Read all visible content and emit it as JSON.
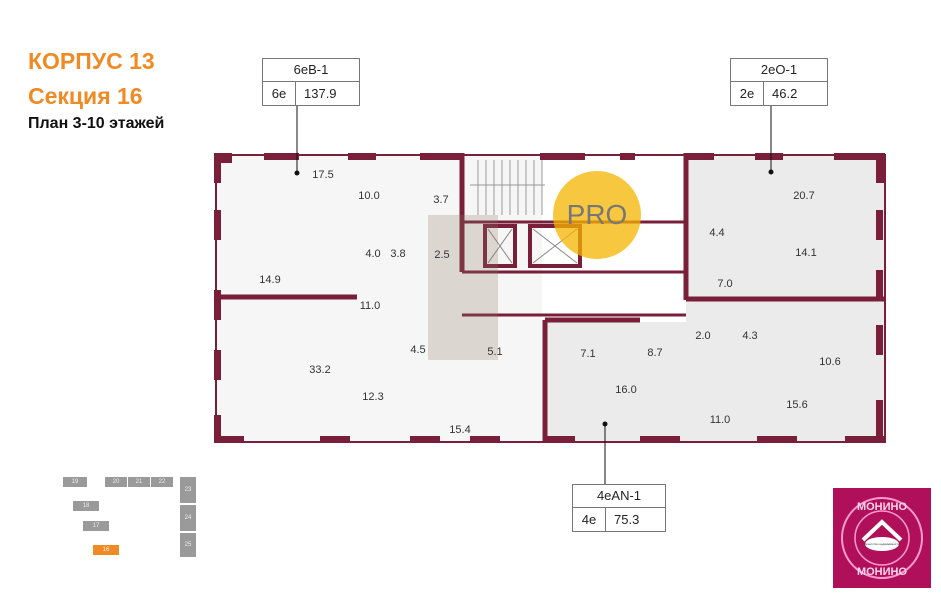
{
  "header": {
    "building": "КОРПУС 13",
    "section": "Секция 16",
    "plan": "План 3-10 этажей"
  },
  "apartments": [
    {
      "code": "6eB-1",
      "type": "6е",
      "area": "137.9"
    },
    {
      "code": "2eO-1",
      "type": "2е",
      "area": "46.2"
    },
    {
      "code": "4eAN-1",
      "type": "4е",
      "area": "75.3"
    }
  ],
  "rooms": [
    "17.5",
    "10.0",
    "3.7",
    "4.0",
    "3.8",
    "2.5",
    "14.9",
    "11.0",
    "33.2",
    "4.5",
    "5.1",
    "12.3",
    "15.4",
    "20.7",
    "4.4",
    "14.1",
    "7.0",
    "2.0",
    "4.3",
    "10.6",
    "7.1",
    "8.7",
    "16.0",
    "11.0",
    "15.6"
  ],
  "section_map": {
    "sections": [
      "19",
      "20",
      "21",
      "22",
      "23",
      "18",
      "24",
      "17",
      "25",
      "16"
    ],
    "current": "16"
  },
  "watermark": "PRO",
  "logo": {
    "top": "МОНИНО",
    "bottom": "МОНИНО",
    "caption": "Агентство недвижимости"
  },
  "colors": {
    "wall": "#7a1f3a",
    "accent": "#f08a24",
    "grey_apartment": "#ebebeb",
    "logo": "#b0105a"
  }
}
